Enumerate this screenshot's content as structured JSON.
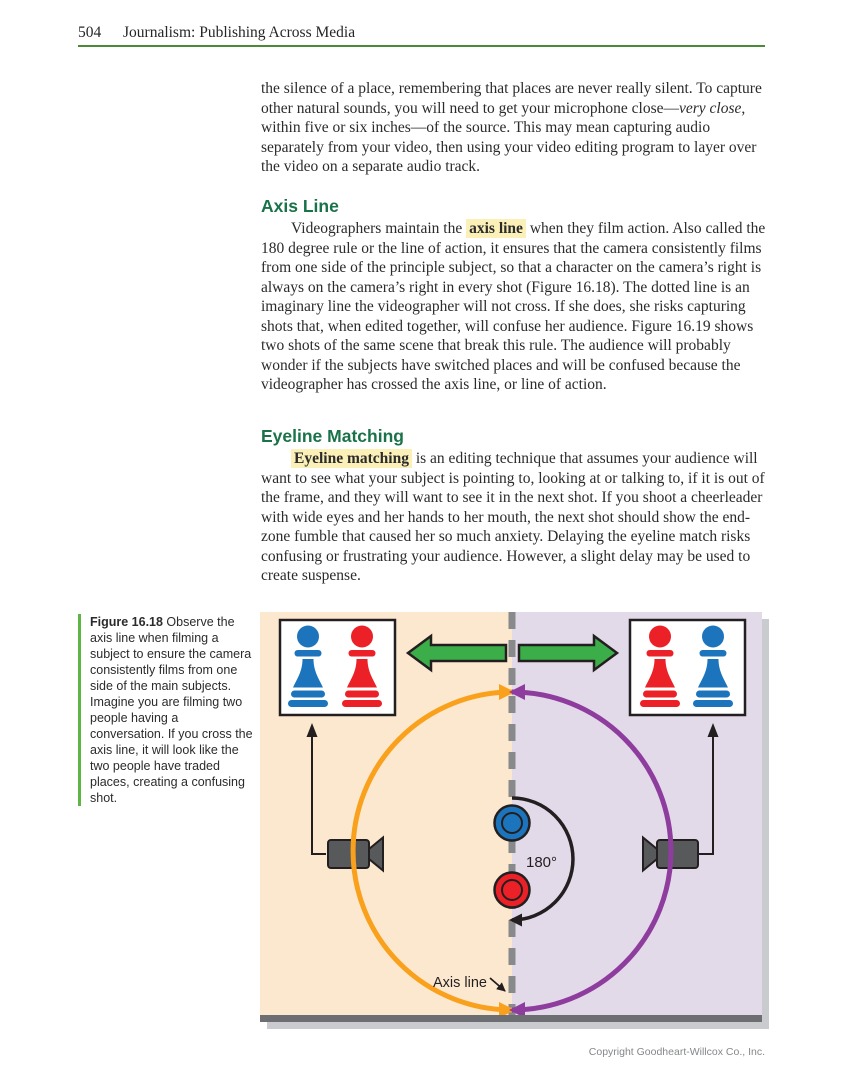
{
  "header": {
    "page_number": "504",
    "book_title": "Journalism: Publishing Across Media"
  },
  "intro_paragraph": {
    "part1": "the silence of a place, remembering that places are never really silent. To capture other natural sounds, you will need to get your microphone close—",
    "italic_term": "very close",
    "part2": ", within five or six inches—of the source. This may mean capturing audio separately from your video, then using your video editing program to layer over the video on a separate audio track."
  },
  "sections": [
    {
      "heading": "Axis Line",
      "lead": "Videographers maintain the ",
      "term": "axis line",
      "rest": " when they film action. Also called the 180 degree rule or the line of action, it ensures that the camera consistently films from one side of the principle subject, so that a character on the camera’s right is always on the camera’s right in every shot (Figure 16.18). The dotted line is an imaginary line the videographer will not cross. If she does, she risks capturing shots that, when edited together, will confuse her audience. Figure 16.19 shows two shots of the same scene that break this rule. The audience will probably wonder if the subjects have switched places and will be confused because the videographer has crossed the axis line, or line of action."
    },
    {
      "heading": "Eyeline Matching",
      "lead": "",
      "term": "Eyeline matching",
      "rest": " is an editing technique that assumes your audience will want to see what your subject is pointing to, looking at or talking to, if it is out of the frame, and they will want to see it in the next shot. If you shoot a cheerleader with wide eyes and her hands to her mouth, the next shot should show the end-zone fumble that caused her so much anxiety. Delaying the eyeline match risks confusing or frustrating your audience. However, a slight delay may be used to create suspense."
    }
  ],
  "figure": {
    "caption_label": "Figure 16.18",
    "caption_text": " Observe the axis line when filming a subject to ensure the camera consistently films from one side of the main subjects. Imagine you are filming two people having a conversation. If you cross the axis line, it will look like the two people have traded places, creating a confusing shot.",
    "diagram": {
      "axis_line_label": "Axis line",
      "angle_label": "180°",
      "colors": {
        "left_background": "#fce8cf",
        "right_background": "#e3dae9",
        "axis_dash_gray": "#87898b",
        "green_arrow": "#3cae49",
        "orange_arc": "#f9a11c",
        "purple_arc": "#8e3c9e",
        "subject_blue": "#1c75bc",
        "subject_red": "#ec2027",
        "camera_gray": "#58595b",
        "outline_black": "#231f20",
        "bottom_border": "#6d6e71"
      }
    }
  },
  "footer": {
    "copyright": "Copyright Goodheart-Willcox Co., Inc."
  },
  "accents": {
    "heading_green": "#1a7249",
    "rule_green": "#4c8a3a",
    "caption_bar_green": "#5fb446",
    "highlight_yellow": "#faf0b8"
  }
}
